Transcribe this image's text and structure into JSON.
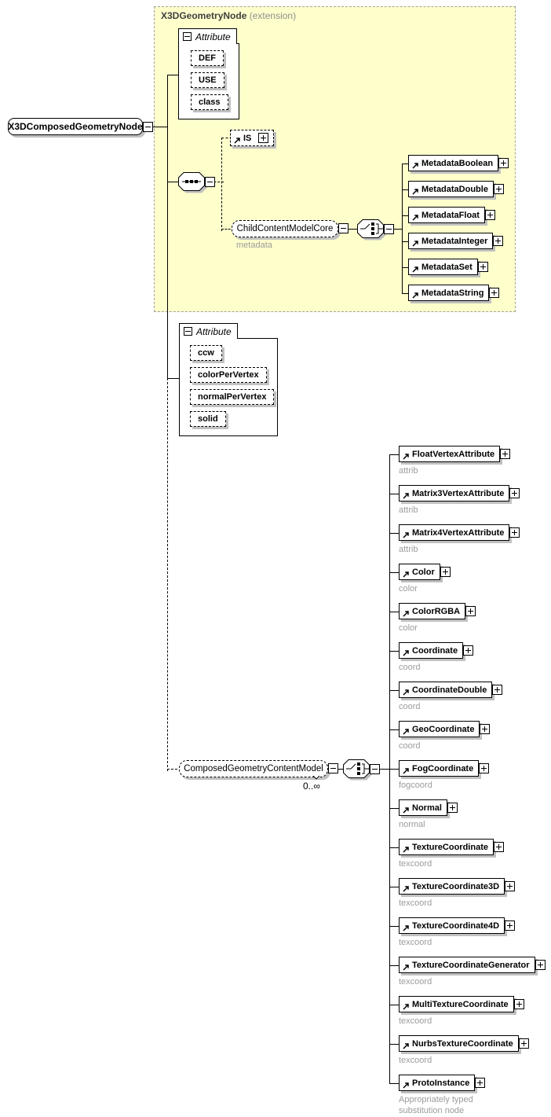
{
  "root_element": {
    "label": "X3DComposedGeometryNode"
  },
  "extension_frame": {
    "title": "X3DGeometryNode",
    "qualifier": "(extension)"
  },
  "attribute_group_top": {
    "title": "Attribute",
    "items": [
      "DEF",
      "USE",
      "class"
    ]
  },
  "is_element": {
    "label": "IS"
  },
  "child_content_model": {
    "label": "ChildContentModelCore",
    "annotation": "metadata"
  },
  "metadata_children": [
    {
      "label": "MetadataBoolean"
    },
    {
      "label": "MetadataDouble"
    },
    {
      "label": "MetadataFloat"
    },
    {
      "label": "MetadataInteger"
    },
    {
      "label": "MetadataSet"
    },
    {
      "label": "MetadataString"
    }
  ],
  "attribute_group_main": {
    "title": "Attribute",
    "items": [
      "ccw",
      "colorPerVertex",
      "normalPerVertex",
      "solid"
    ]
  },
  "composed_group": {
    "label": "ComposedGeometryContentModel",
    "multiplicity": "0..∞"
  },
  "content_children": [
    {
      "label": "FloatVertexAttribute",
      "annotation": "attrib"
    },
    {
      "label": "Matrix3VertexAttribute",
      "annotation": "attrib"
    },
    {
      "label": "Matrix4VertexAttribute",
      "annotation": "attrib"
    },
    {
      "label": "Color",
      "annotation": "color"
    },
    {
      "label": "ColorRGBA",
      "annotation": "color"
    },
    {
      "label": "Coordinate",
      "annotation": "coord"
    },
    {
      "label": "CoordinateDouble",
      "annotation": "coord"
    },
    {
      "label": "GeoCoordinate",
      "annotation": "coord"
    },
    {
      "label": "FogCoordinate",
      "annotation": "fogcoord"
    },
    {
      "label": "Normal",
      "annotation": "normal"
    },
    {
      "label": "TextureCoordinate",
      "annotation": "texcoord"
    },
    {
      "label": "TextureCoordinate3D",
      "annotation": "texcoord"
    },
    {
      "label": "TextureCoordinate4D",
      "annotation": "texcoord"
    },
    {
      "label": "TextureCoordinateGenerator",
      "annotation": "texcoord"
    },
    {
      "label": "MultiTextureCoordinate",
      "annotation": "texcoord"
    },
    {
      "label": "NurbsTextureCoordinate",
      "annotation": "texcoord"
    },
    {
      "label": "ProtoInstance",
      "annotation": "Appropriately typed\nsubstitution node"
    }
  ],
  "colors": {
    "frame_bg": "#ffffcc",
    "shadow": "#c0c0c0",
    "annotation": "#9c9c9c"
  }
}
